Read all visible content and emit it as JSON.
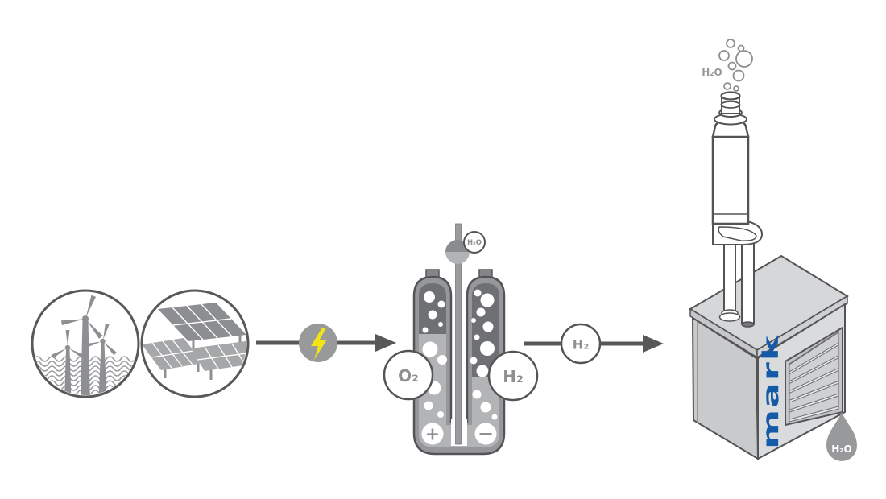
{
  "diagram": {
    "title": "Green hydrogen heating process",
    "flow_steps": [
      "renewable-electricity-sources",
      "electrolysis",
      "hydrogen",
      "hydrogen-fired-air-heater"
    ]
  },
  "labels": {
    "water_inlet": "H₂O",
    "oxygen": "O₂",
    "hydrogen": "H₂",
    "hydrogen_flow": "H₂",
    "anode": "+",
    "cathode": "−",
    "exhaust_vapour": "H₂O",
    "condensate": "H₂O",
    "brand": "mark"
  },
  "icons": {
    "wind": "offshore-wind-turbines-icon",
    "solar": "solar-panels-icon",
    "electricity": "lightning-bolt-icon",
    "exhaust": "steam-bubbles-icon",
    "condensate": "water-droplet-icon"
  },
  "colors": {
    "outline": "#58585a",
    "arrow": "#58585a",
    "gray_medium": "#98999b",
    "gray_dark": "#6f7073",
    "gray_light": "#b3b4b6",
    "cabinet_gray": "#d2d3d5",
    "bolt_yellow": "#f3e415",
    "brand_blue": "#155aa9"
  }
}
